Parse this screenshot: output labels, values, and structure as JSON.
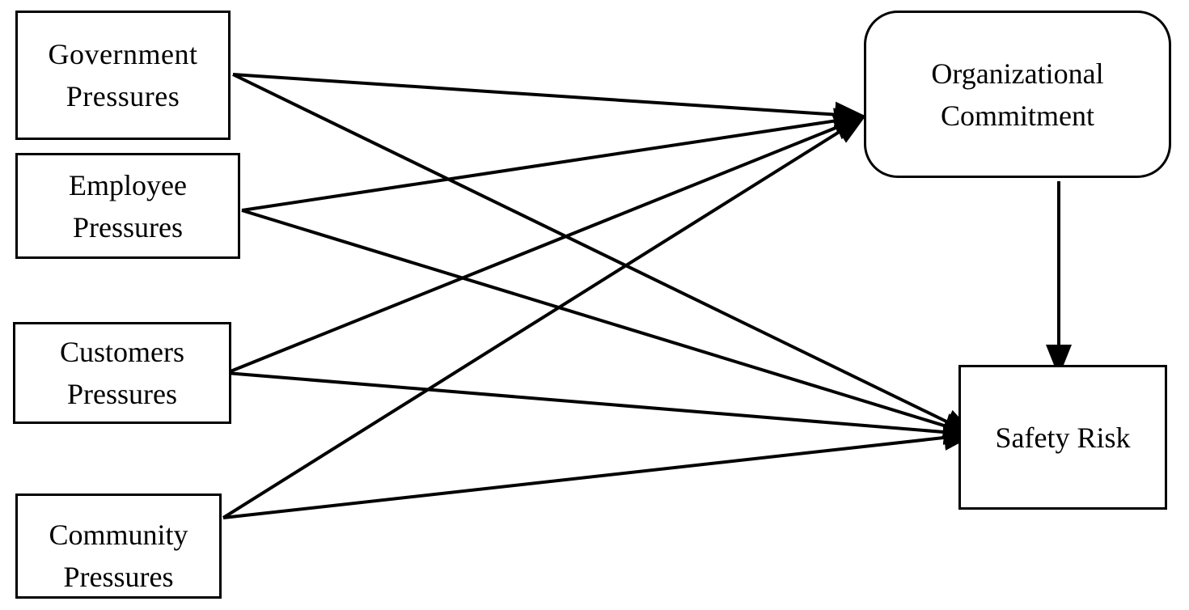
{
  "nodes": [
    {
      "id": "government",
      "label": "Government\nPressures"
    },
    {
      "id": "employee",
      "label": "Employee\nPressures"
    },
    {
      "id": "customers",
      "label": "Customers\nPressures"
    },
    {
      "id": "community",
      "label": "Community\nPressures"
    },
    {
      "id": "orgcommit",
      "label": "Organizational\nCommitment"
    },
    {
      "id": "safety",
      "label": "Safety Risk"
    }
  ],
  "edges": [
    {
      "from": "government",
      "to": "orgcommit"
    },
    {
      "from": "government",
      "to": "safety"
    },
    {
      "from": "employee",
      "to": "orgcommit"
    },
    {
      "from": "employee",
      "to": "safety"
    },
    {
      "from": "customers",
      "to": "orgcommit"
    },
    {
      "from": "customers",
      "to": "safety"
    },
    {
      "from": "community",
      "to": "orgcommit"
    },
    {
      "from": "community",
      "to": "safety"
    },
    {
      "from": "orgcommit",
      "to": "safety"
    }
  ],
  "colors": {
    "stroke": "#000000",
    "background": "#ffffff"
  }
}
